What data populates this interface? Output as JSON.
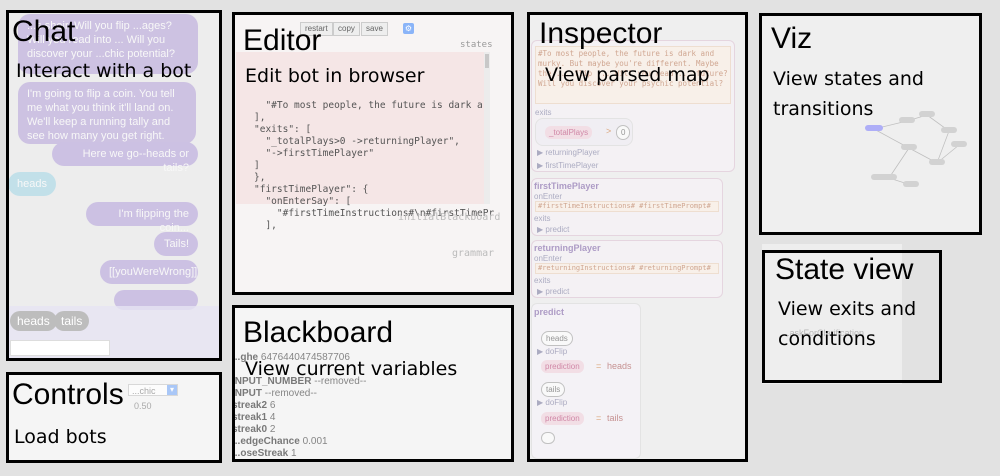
{
  "labels": {
    "chat": {
      "title": "Chat",
      "subtitle": "Interact with a bot"
    },
    "editor": {
      "title": "Editor",
      "subtitle": "Edit bot in browser"
    },
    "inspector": {
      "title": "Inspector",
      "subtitle": "View parsed map"
    },
    "viz": {
      "title": "Viz",
      "subtitle1": "View states and",
      "subtitle2": "transitions"
    },
    "state_view": {
      "title": "State view",
      "subtitle1": "View exits and",
      "subtitle2": "conditions"
    },
    "blackboard": {
      "title": "Blackboard",
      "subtitle": "View current variables"
    },
    "controls": {
      "title": "Controls",
      "subtitle": "Load bots"
    }
  },
  "chat": {
    "messages": [
      {
        "from": "bot",
        "text": "...s sheir. Will you flip ...ages? Will you read into ... Will you discover your ...chic potential?"
      },
      {
        "from": "bot",
        "text": "I'm going to flip a coin. You tell me what you think it'll land on. We'll keep a running tally and see how many you get right."
      },
      {
        "from": "me",
        "text": "Here we go--heads or tails?"
      },
      {
        "from": "user",
        "text": "heads"
      },
      {
        "from": "me",
        "text": "I'm flipping the coin..."
      },
      {
        "from": "me",
        "text": "Tails!"
      },
      {
        "from": "me",
        "text": "[[youWereWrong]]"
      }
    ],
    "chips": [
      "heads",
      "tails"
    ]
  },
  "editor": {
    "toolbar": [
      "restart",
      "copy",
      "save"
    ],
    "tab": "states",
    "code": [
      "  \"#To most people, the future is dark a",
      "],",
      "\"exits\": [",
      "  \"_totalPlays>0 ->returningPlayer\",",
      "  \"->firstTimePlayer\"",
      "]",
      "},",
      "\"firstTimePlayer\": {",
      "  \"onEnterSay\": [",
      "    \"#firstTimeInstructions#\\n#firstTimePr",
      "  ],"
    ],
    "section2": "initialBlackboard",
    "section3": "grammar"
  },
  "inspector": {
    "intro": "#To most people, the future is dark and murky. But maybe you're different. Maybe the ... flip ... Will you read ... future? Will you discover your psychic potential?",
    "exits_label": "exits",
    "condition": {
      "var": "_totalPlays",
      "op": ">",
      "val": "0"
    },
    "exit1": "returningPlayer",
    "exit2": "firstTimePlayer",
    "states": [
      {
        "name": "firstTimePlayer",
        "enter_label": "onEnter",
        "say": "#firstTimeInstructions# #firstTimePrompt#",
        "exits_label": "exits",
        "exit": "predict"
      },
      {
        "name": "returningPlayer",
        "enter_label": "onEnter",
        "say": "#returningInstructions# #returningPrompt#",
        "exits_label": "exits",
        "exit": "predict"
      }
    ],
    "predict": {
      "name": "predict",
      "heads": "heads",
      "tails": "tails",
      "doFlip": "doFlip",
      "prediction": "prediction",
      "eq": "=",
      "val_heads": "heads",
      "val_tails": "tails"
    }
  },
  "state_view": {
    "text": "...askForClarification"
  },
  "blackboard": {
    "rows": [
      {
        "key": "...ghe",
        "val": "6476440474587706"
      },
      {
        "key": "INPUT_NUMBER",
        "val": "--removed--"
      },
      {
        "key": "INPUT",
        "val": "--removed--"
      },
      {
        "key": "streak2",
        "val": "6"
      },
      {
        "key": "streak1",
        "val": "4"
      },
      {
        "key": "streak0",
        "val": "2"
      },
      {
        "key": "...edgeChance",
        "val": "0.001"
      },
      {
        "key": "...oseStreak",
        "val": "1"
      }
    ]
  },
  "controls": {
    "select_value": "...chic",
    "value": "0.50"
  },
  "colors": {
    "frame": "#000000",
    "bot_bubble": "#b9a6dc",
    "user_bubble": "#a7d8e8",
    "accent": "#8a6fb0"
  }
}
